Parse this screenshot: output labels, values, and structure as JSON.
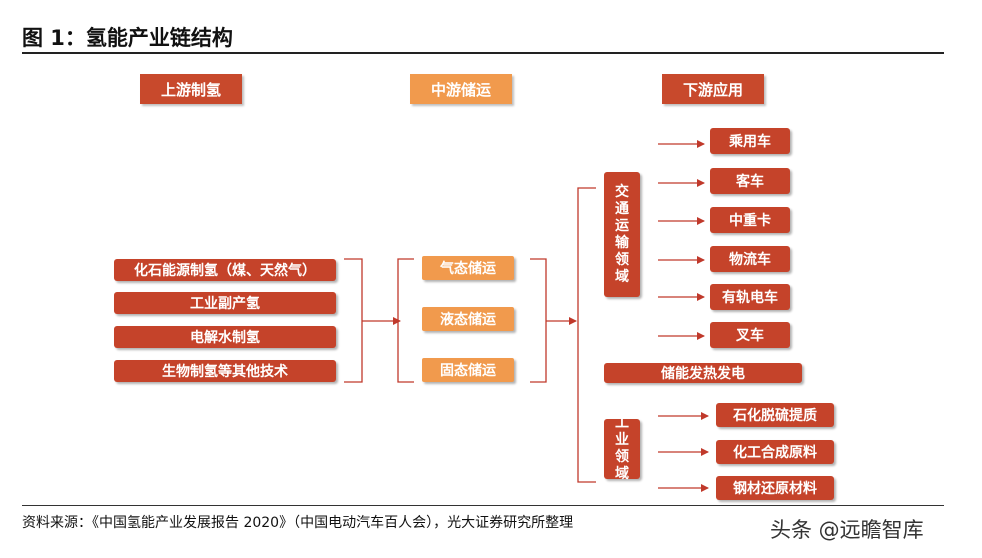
{
  "title": "图 1：氢能产业链结构",
  "headers": {
    "upstream": "上游制氢",
    "midstream": "中游储运",
    "downstream": "下游应用"
  },
  "upstream_items": [
    "化石能源制氢（煤、天然气）",
    "工业副产氢",
    "电解水制氢",
    "生物制氢等其他技术"
  ],
  "midstream_items": [
    "气态储运",
    "液态储运",
    "固态储运"
  ],
  "transport": {
    "label_chars": [
      "交",
      "通",
      "运",
      "输",
      "领",
      "域"
    ],
    "items": [
      "乘用车",
      "客车",
      "中重卡",
      "物流车",
      "有轨电车",
      "叉车"
    ]
  },
  "energy_storage": "储能发热发电",
  "industry": {
    "label_chars": [
      "工",
      "业",
      "领",
      "域"
    ],
    "items": [
      "石化脱硫提质",
      "化工合成原料",
      "钢材还原材料"
    ]
  },
  "source": "资料来源：《中国氢能产业发展报告 2020》（中国电动汽车百人会），光大证券研究所整理",
  "watermark": "头条 @远瞻智库",
  "colors": {
    "dark_red": "#c5432a",
    "orange": "#f19a4d",
    "connector": "#c0392b"
  }
}
